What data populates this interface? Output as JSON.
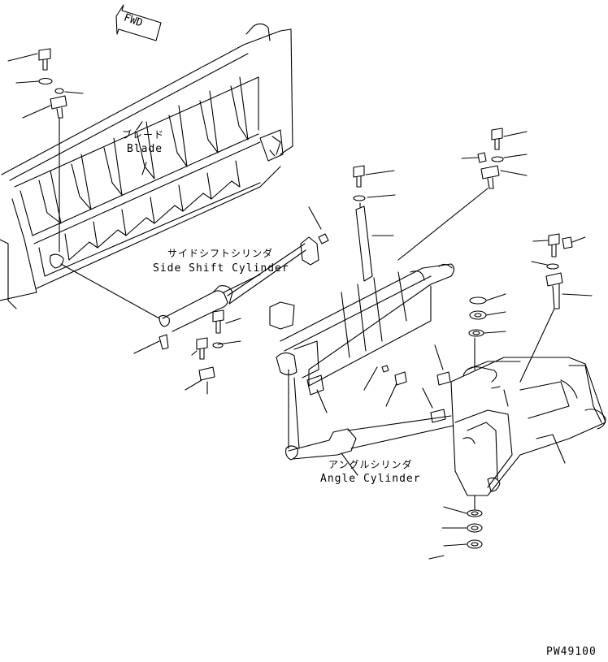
{
  "direction_label": "FWD",
  "parts": {
    "blade": {
      "jp": "ブレード",
      "en": "Blade"
    },
    "side_shift_cylinder": {
      "jp": "サイドシフトシリンダ",
      "en": "Side Shift Cylinder"
    },
    "angle_cylinder": {
      "jp": "アングルシリンダ",
      "en": "Angle Cylinder"
    }
  },
  "drawing_code": "PW49100"
}
